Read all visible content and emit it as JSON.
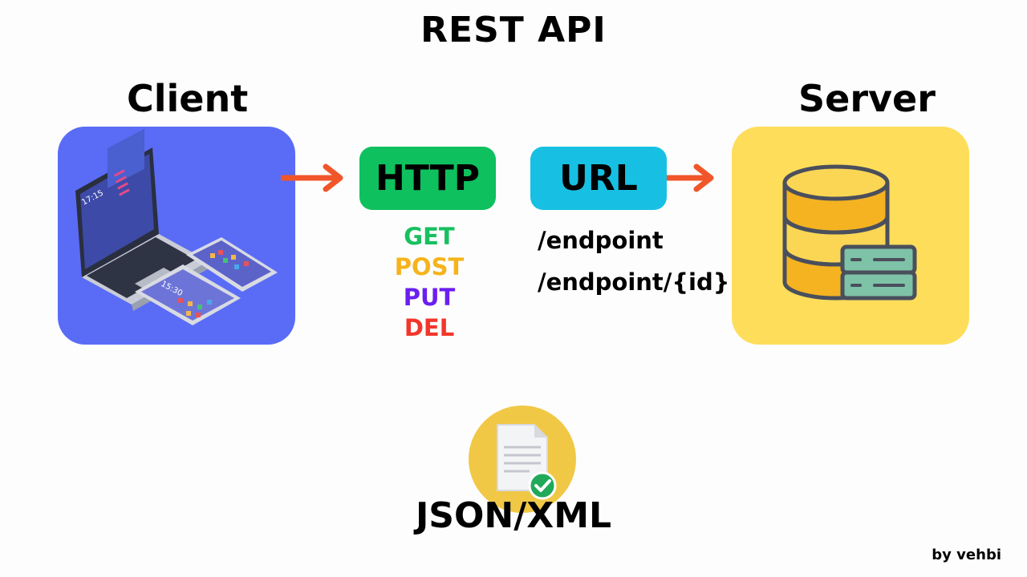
{
  "title": "REST API",
  "client": {
    "label": "Client",
    "panel_color": "#5a6cf6"
  },
  "server": {
    "label": "Server",
    "panel_color": "#fedd5a"
  },
  "http": {
    "label": "HTTP",
    "color": "#0fc05e",
    "methods": [
      {
        "label": "GET",
        "color": "#17c060"
      },
      {
        "label": "POST",
        "color": "#f5b31c"
      },
      {
        "label": "PUT",
        "color": "#6a1ef0"
      },
      {
        "label": "DEL",
        "color": "#f2362c"
      }
    ]
  },
  "url": {
    "label": "URL",
    "color": "#17c0e3",
    "endpoints": [
      "/endpoint",
      "/endpoint/{id}"
    ]
  },
  "format": {
    "label": "JSON/XML",
    "icon": "document-check-icon"
  },
  "credit": "by vehbi",
  "icons": {
    "arrow_color": "#f0562a",
    "devices": "laptop-tablet-phone-icon",
    "database": "database-server-icon"
  }
}
